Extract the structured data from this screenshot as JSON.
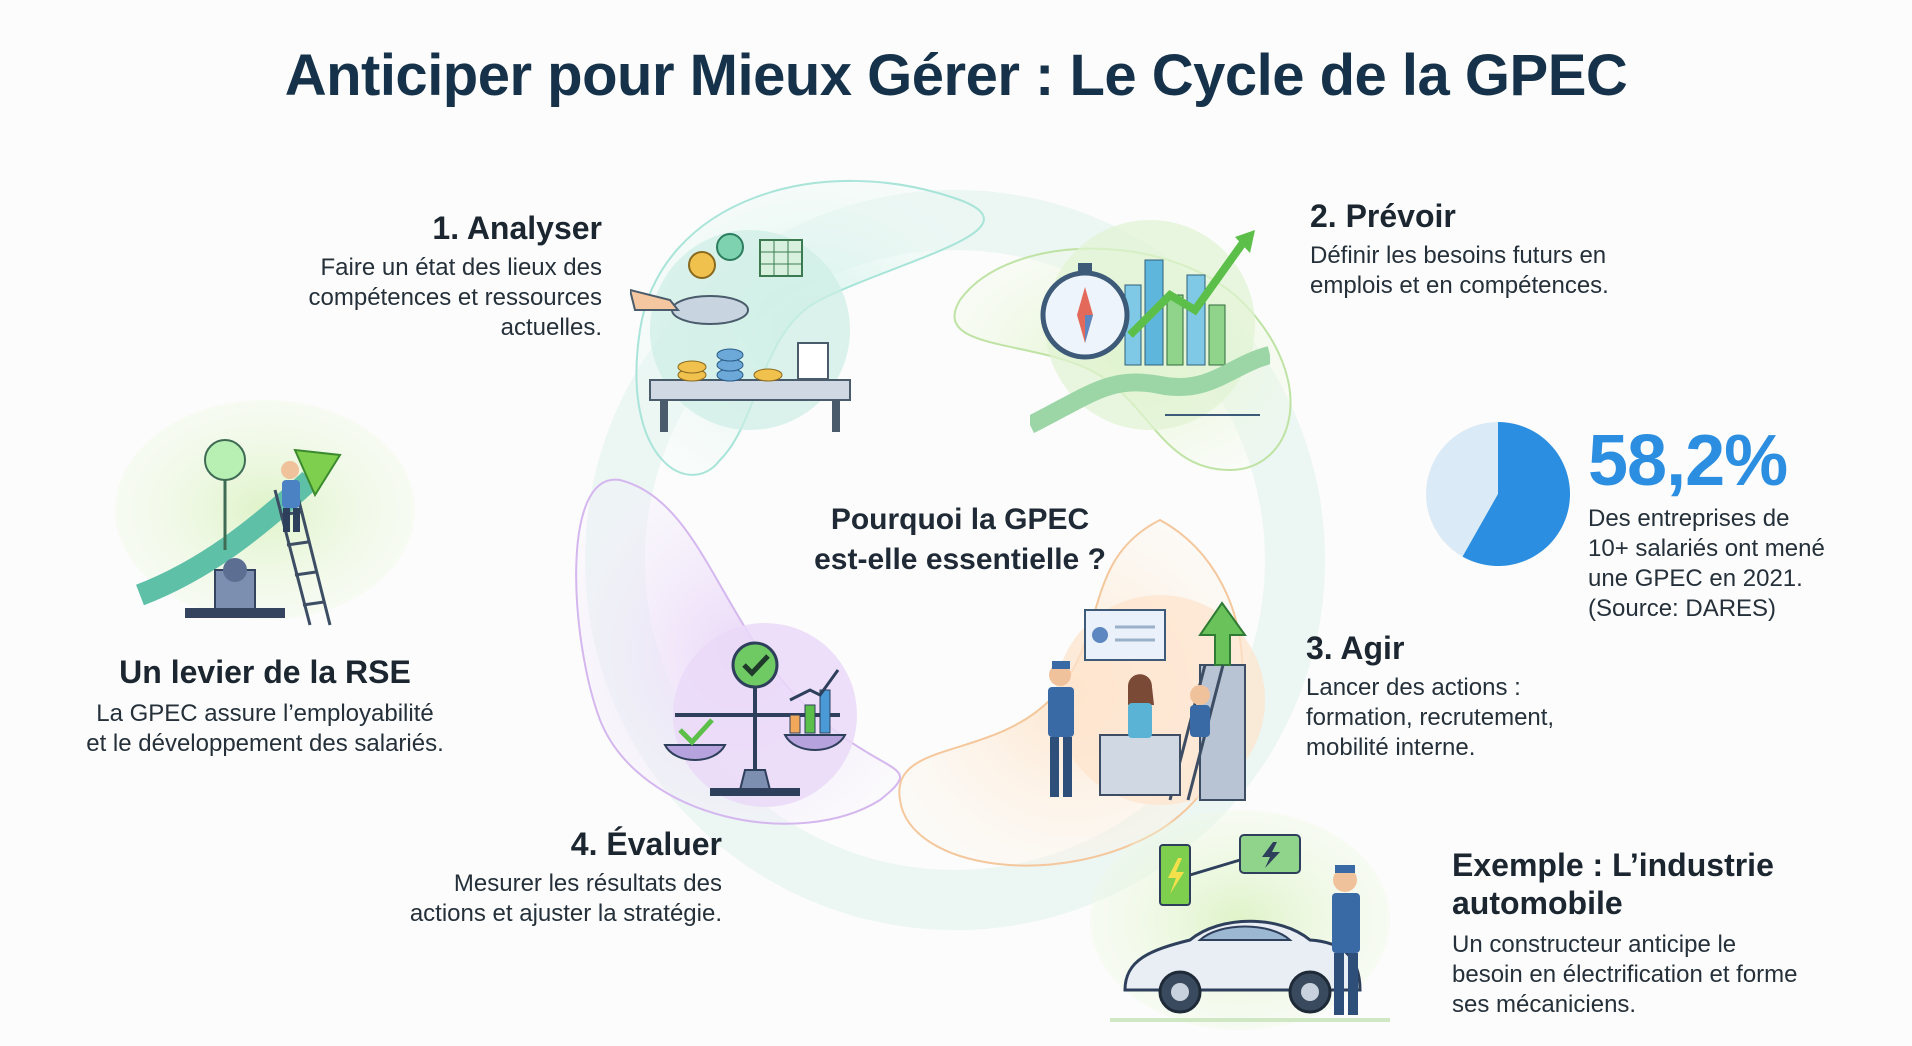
{
  "title": "Anticiper pour Mieux Gérer : Le Cycle de la GPEC",
  "center_question": [
    "Pourquoi la GPEC",
    "est-elle essentielle ?"
  ],
  "steps": [
    {
      "title": "1. Analyser",
      "lines": [
        "Faire un état des lieux des",
        "compétences et ressources",
        "actuelles."
      ]
    },
    {
      "title": "2. Prévoir",
      "lines": [
        "Définir les besoins futurs en",
        "emplois et en compétences."
      ]
    },
    {
      "title": "3. Agir",
      "lines": [
        "Lancer des actions :",
        "formation, recrutement,",
        "mobilité interne."
      ]
    },
    {
      "title": "4. Évaluer",
      "lines": [
        "Mesurer les résultats des",
        "actions et ajuster la stratégie."
      ]
    }
  ],
  "rse": {
    "title": "Un levier de la RSE",
    "lines": [
      "La GPEC assure l’employabilité",
      "et le développement des salariés."
    ]
  },
  "stat": {
    "value": "58,2%",
    "fraction": 0.582,
    "lines": [
      "Des entreprises de",
      "10+ salariés ont mené",
      "une GPEC en 2021.",
      "(Source: DARES)"
    ]
  },
  "example": {
    "title_lines": [
      "Exemple : L’industrie",
      "automobile"
    ],
    "lines": [
      "Un constructeur anticipe le",
      "besoin en électrification et forme",
      "ses mécaniciens."
    ]
  },
  "colors": {
    "title": "#16324a",
    "accent_blue": "#2c8ee0",
    "teal": "#7fd6c8",
    "green": "#a9dd7f",
    "orange": "#f2b27a",
    "purple": "#c9a6ea"
  }
}
